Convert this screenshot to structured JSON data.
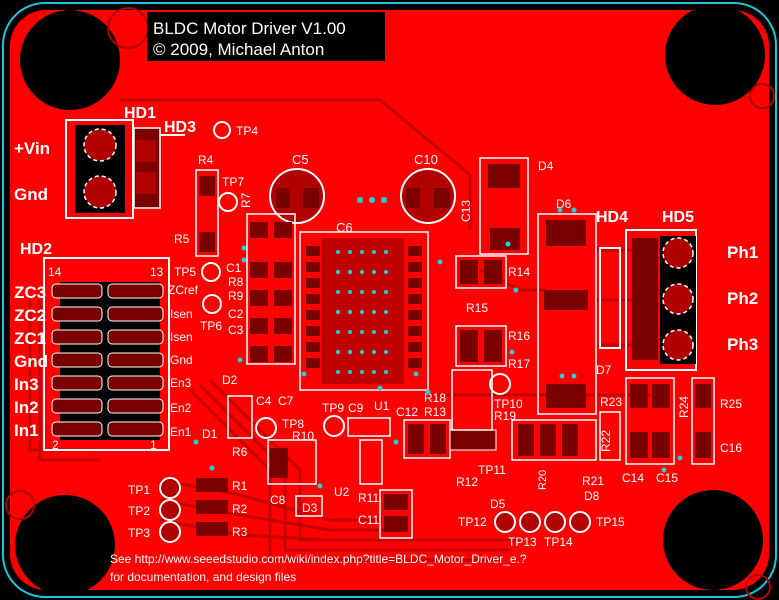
{
  "title": {
    "line1": "BLDC Motor Driver V1.00",
    "line2": "© 2009, Michael Anton"
  },
  "footer": {
    "line1": "See http://www.seeedstudio.com/wiki/index.php?title=BLDC_Motor_Driver_e.?",
    "line2": "for documentation, and design files"
  },
  "headers": {
    "hd1": "HD1",
    "hd2": "HD2",
    "hd3": "HD3",
    "hd4": "HD4",
    "hd5": "HD5"
  },
  "power_labels": {
    "vin": "+Vin",
    "gnd": "Gnd"
  },
  "hd2_pins": {
    "left": "14",
    "right": "13",
    "bottom_left": "2",
    "bottom_right": "1"
  },
  "hd2_left_labels": [
    "ZC3",
    "ZC2",
    "ZC1",
    "Gnd",
    "In3",
    "In2",
    "In1"
  ],
  "hd2_right_labels": [
    "ZCref",
    "Isen",
    "Isen",
    "Gnd",
    "En3",
    "En2",
    "En1"
  ],
  "phase_labels": [
    "Ph1",
    "Ph2",
    "Ph3"
  ],
  "components": {
    "r1": "R1",
    "r2": "R2",
    "r3": "R3",
    "r4": "R4",
    "r5": "R5",
    "r6": "R6",
    "r7": "R7",
    "r8": "R8",
    "r9": "R9",
    "r10": "R10",
    "r11": "R11",
    "r12": "R12",
    "r13": "R13",
    "r14": "R14",
    "r15": "R15",
    "r16": "R16",
    "r17": "R17",
    "r18": "R18",
    "r19": "R19",
    "r20": "R20",
    "r21": "R21",
    "r22": "R22",
    "r23": "R23",
    "r24": "R24",
    "r25": "R25",
    "c1": "C1",
    "c2": "C2",
    "c3": "C3",
    "c4": "C4",
    "c5": "C5",
    "c6": "C6",
    "c7": "C7",
    "c8": "C8",
    "c9": "C9",
    "c10": "C10",
    "c11": "C11",
    "c12": "C12",
    "c13": "C13",
    "c14": "C14",
    "c15": "C15",
    "c16": "C16",
    "d1": "D1",
    "d2": "D2",
    "d3": "D3",
    "d4": "D4",
    "d5": "D5",
    "d6": "D6",
    "d7": "D7",
    "d8": "D8",
    "u1": "U1",
    "u2": "U2",
    "tp1": "TP1",
    "tp2": "TP2",
    "tp3": "TP3",
    "tp4": "TP4",
    "tp5": "TP5",
    "tp6": "TP6",
    "tp7": "TP7",
    "tp8": "TP8",
    "tp9": "TP9",
    "tp10": "TP10",
    "tp11": "TP11",
    "tp12": "TP12",
    "tp13": "TP13",
    "tp14": "TP14",
    "tp15": "TP15"
  },
  "colors": {
    "board": "#ff0000",
    "background": "#000000",
    "silkscreen": "#ffffff",
    "outline": "#19c8d8",
    "via": "#22d0d8",
    "trace": "#c40000",
    "pad_dark": "#7a0000"
  }
}
